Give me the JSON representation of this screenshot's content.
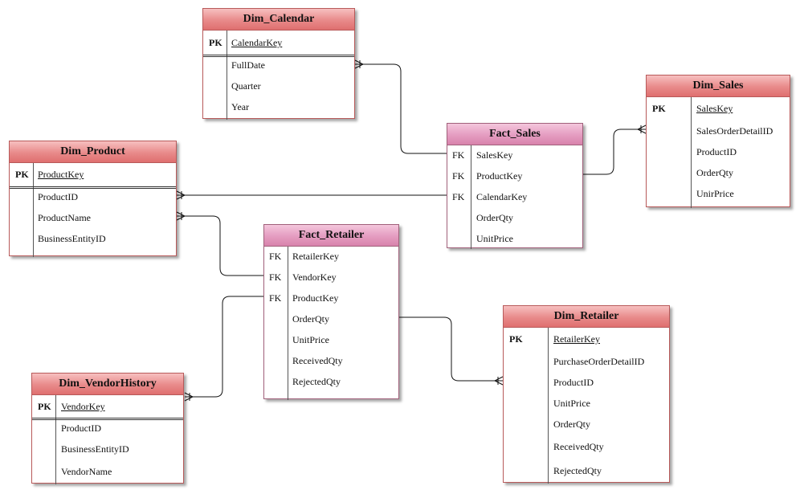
{
  "dim_calendar": {
    "title": "Dim_Calendar",
    "pk_label": "PK",
    "pk_field": "CalendarKey",
    "fields": [
      "FullDate",
      "Quarter",
      "Year"
    ]
  },
  "dim_sales": {
    "title": "Dim_Sales",
    "pk_label": "PK",
    "pk_field": "SalesKey",
    "fields": [
      "SalesOrderDetailID",
      "ProductID",
      "OrderQty",
      "UnirPrice"
    ]
  },
  "fact_sales": {
    "title": "Fact_Sales",
    "fk_label": "FK",
    "fk_fields": [
      "SalesKey",
      "ProductKey",
      "CalendarKey"
    ],
    "fields": [
      "OrderQty",
      "UnitPrice"
    ]
  },
  "dim_product": {
    "title": "Dim_Product",
    "pk_label": "PK",
    "pk_field": "ProductKey",
    "fields": [
      "ProductID",
      "ProductName",
      "BusinessEntityID"
    ]
  },
  "fact_retailer": {
    "title": "Fact_Retailer",
    "fk_label": "FK",
    "fk_fields": [
      "RetailerKey",
      "VendorKey",
      "ProductKey"
    ],
    "fields": [
      "OrderQty",
      "UnitPrice",
      "ReceivedQty",
      "RejectedQty"
    ]
  },
  "dim_retailer": {
    "title": "Dim_Retailer",
    "pk_label": "PK",
    "pk_field": "RetailerKey",
    "fields": [
      "PurchaseOrderDetailID",
      "ProductID",
      "UnitPrice",
      "OrderQty",
      "ReceivedQty",
      "RejectedQty"
    ]
  },
  "dim_vendorhistory": {
    "title": "Dim_VendorHistory",
    "pk_label": "PK",
    "pk_field": "VendorKey",
    "fields": [
      "ProductID",
      "BusinessEntityID",
      "VendorName"
    ]
  }
}
